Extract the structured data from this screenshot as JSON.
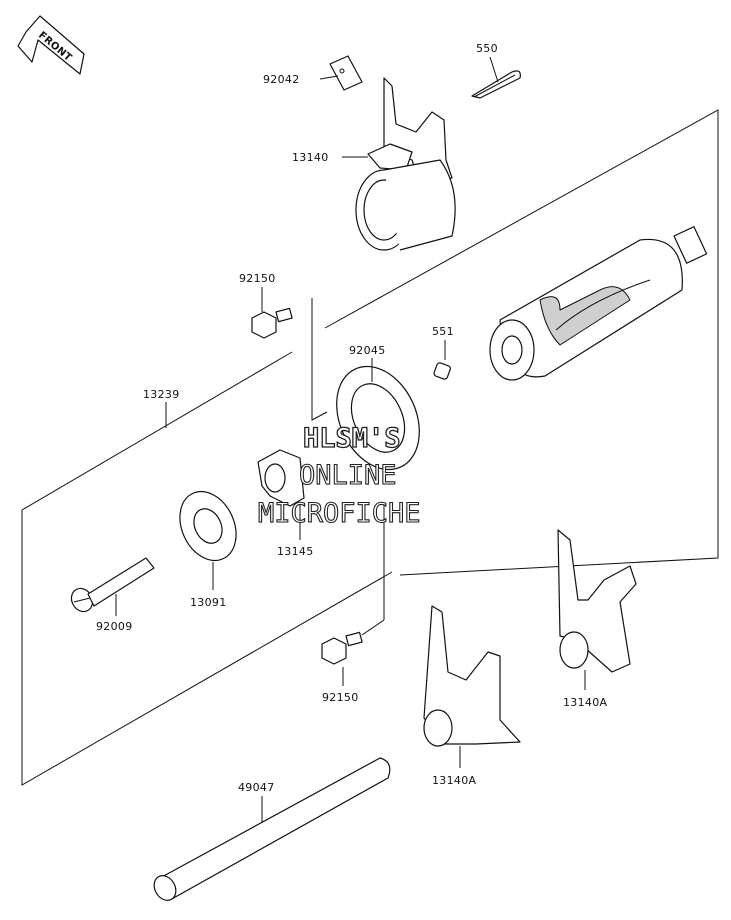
{
  "front_badge": "FRONT",
  "watermark": [
    "HLSM'S",
    "ONLINE",
    "MICROFICHE"
  ],
  "labels": {
    "p92042": "92042",
    "p550": "550",
    "p13140": "13140",
    "p92150_top": "92150",
    "p551": "551",
    "p92045": "92045",
    "p13239": "13239",
    "p13145": "13145",
    "p13091": "13091",
    "p92009": "92009",
    "p92150_bottom": "92150",
    "p13140A_right": "13140A",
    "p13140A_left": "13140A",
    "p49047": "49047"
  }
}
